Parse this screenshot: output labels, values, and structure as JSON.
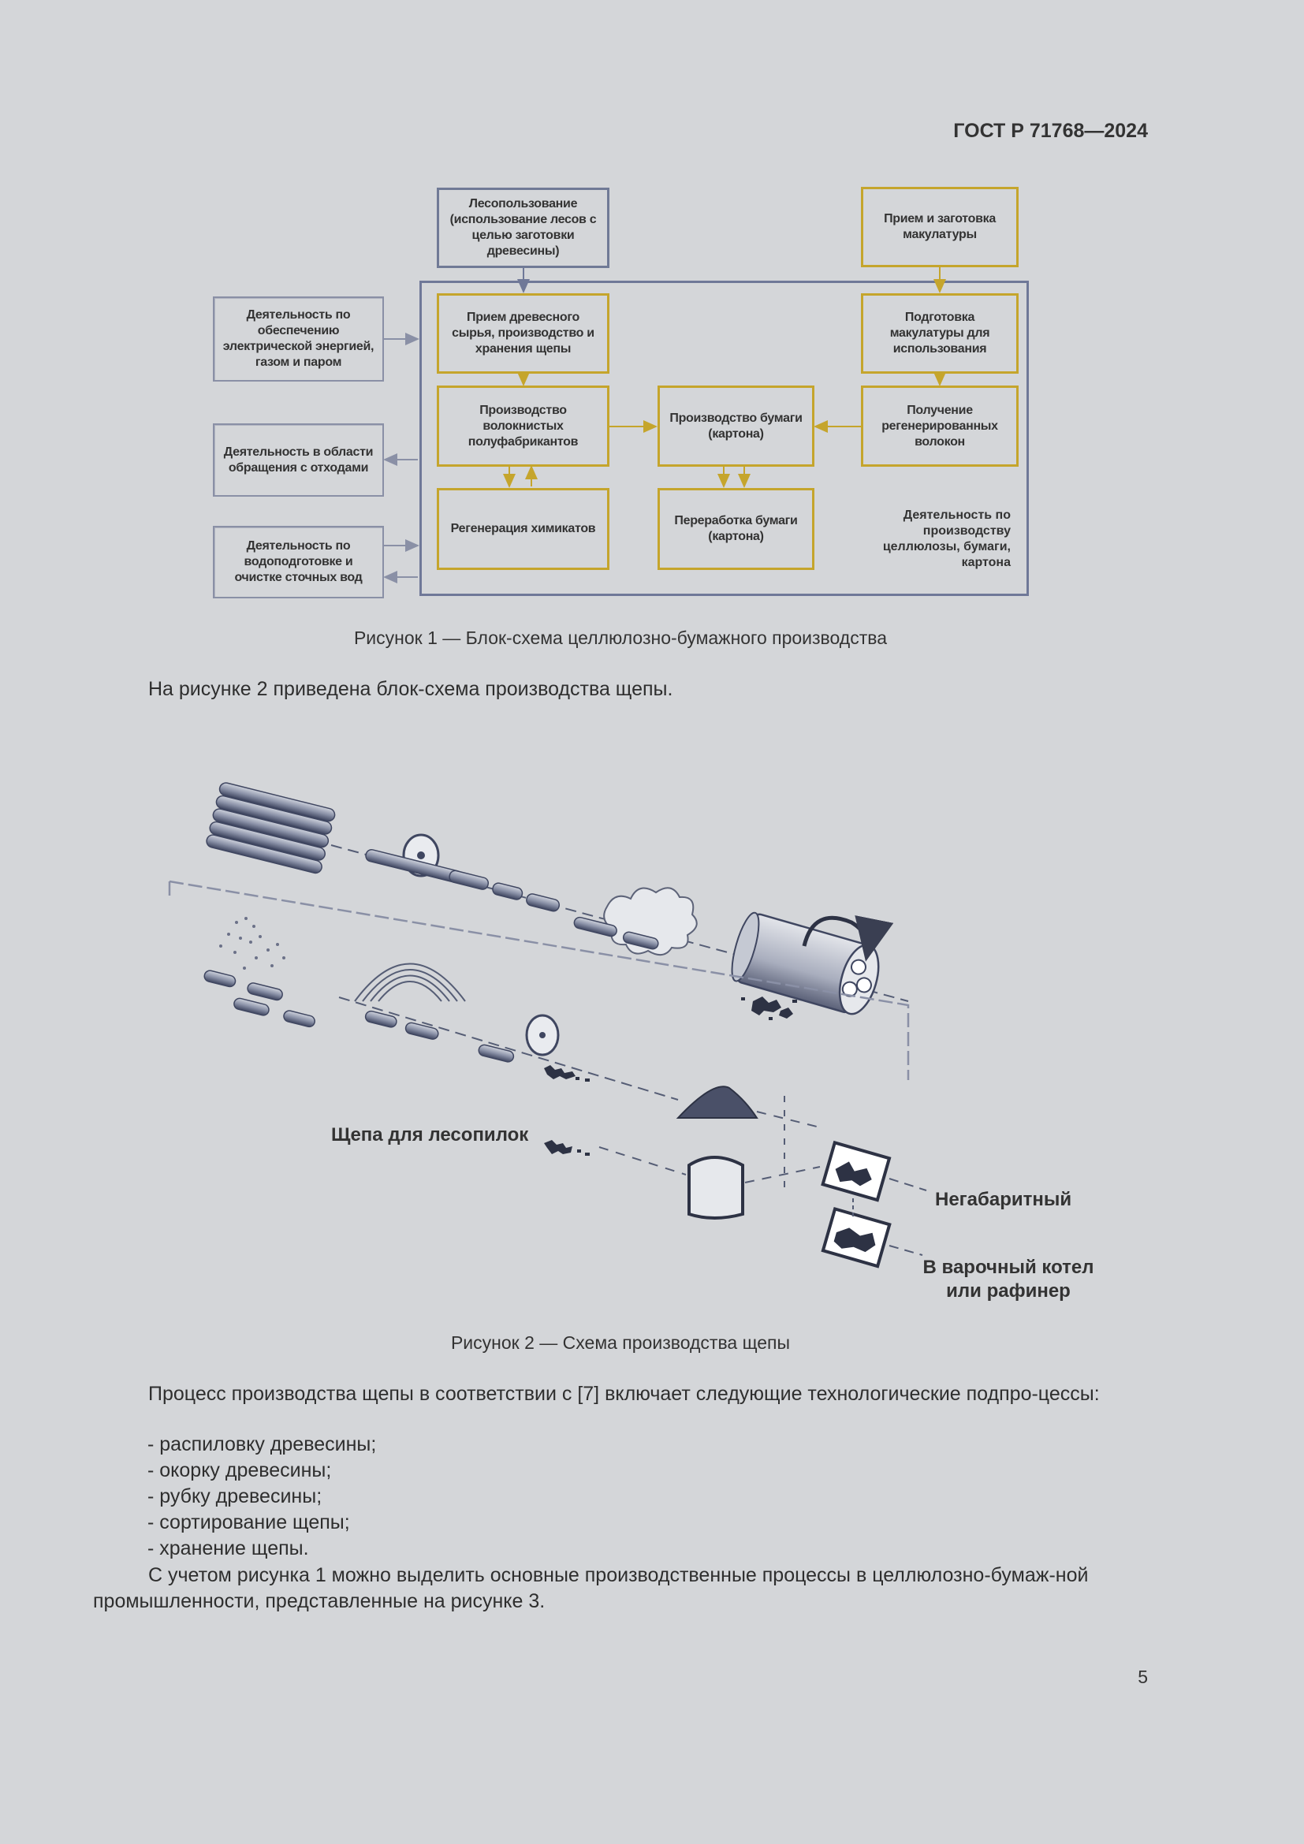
{
  "header": {
    "standard_id": "ГОСТ Р 71768—2024"
  },
  "figure1": {
    "boxes": {
      "lesopolzovanie": "Лесопользование (использование лесов с целью заготовки древесины)",
      "priem_makulatury": "Прием и заготовка макулатуры",
      "energy": "Деятельность по обеспечению электрической энергией, газом и паром",
      "waste": "Деятельность в области обращения с отходами",
      "water": "Деятельность по водоподготовке и очистке сточных вод",
      "priem_syrya": "Прием древесного сырья, производство и хранения щепы",
      "podgotovka_makulatury": "Подготовка макулатуры для использования",
      "volokno": "Производство волокнистых полуфабрикантов",
      "proizvodstvo_bumagi": "Производство бумаги (картона)",
      "regenerirovannye": "Получение регенерированных волокон",
      "regeneratsiya": "Регенерация химикатов",
      "pererabotka": "Переработка бумаги (картона)",
      "frame_label": "Деятельность по производству целлюлозы, бумаги, картона"
    },
    "caption": "Рисунок 1 — Блок-схема целлюлозно-бумажного производства"
  },
  "intro_fig2": "На рисунке 2 приведена блок-схема производства щепы.",
  "figure2": {
    "labels": {
      "sawmill_chips": "Щепа для лесопилок",
      "oversize": "Негабаритный",
      "to_digester": "В варочный котел или рафинер"
    },
    "caption": "Рисунок 2 — Схема производства щепы"
  },
  "text": {
    "para1": "Процесс производства щепы в соответствии с [7] включает следующие технологические подпро-цессы:",
    "bullets": [
      "-  распиловку древесины;",
      "-  окорку древесины;",
      "-  рубку древесины;",
      "-  сортирование щепы;",
      "-  хранение щепы."
    ],
    "para2": "С учетом рисунка 1 можно выделить основные производственные процессы в целлюлозно-бумаж-ной промышленности, представленные на рисунке 3."
  },
  "page_number": "5",
  "colors": {
    "gold": "#c5a52c",
    "navy": "#6f7898",
    "background": "#d4d6d9"
  }
}
